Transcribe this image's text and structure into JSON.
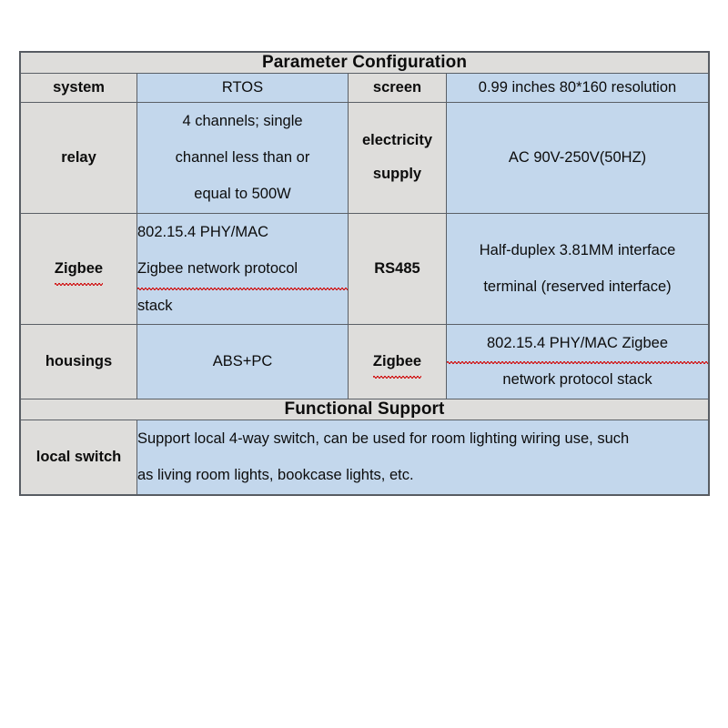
{
  "table": {
    "sections": [
      {
        "header": "Parameter Configuration",
        "rows": [
          {
            "label_left": "system",
            "value_left": [
              "RTOS"
            ],
            "label_right": "screen",
            "value_right": [
              "0.99 inches 80*160 resolution"
            ]
          },
          {
            "label_left": "relay",
            "value_left": [
              "4 channels; single",
              "channel less than or",
              "equal to 500W"
            ],
            "label_right": "electricity supply",
            "label_right_lines": [
              "electricity",
              "supply"
            ],
            "value_right": [
              "AC 90V-250V(50HZ)"
            ]
          },
          {
            "label_left": "Zigbee",
            "value_left": [
              "802.15.4 PHY/MAC",
              "Zigbee network protocol",
              "stack"
            ],
            "label_right": "RS485",
            "value_right": [
              "Half-duplex 3.81MM interface",
              "terminal (reserved interface)"
            ]
          },
          {
            "label_left": "housings",
            "value_left": [
              "ABS+PC"
            ],
            "label_right": "Zigbee",
            "value_right": [
              "802.15.4 PHY/MAC Zigbee",
              "network protocol stack"
            ]
          }
        ]
      },
      {
        "header": "Functional Support",
        "rows": [
          {
            "label_left": "local switch",
            "value_left": [
              "Support local 4-way switch, can be used for room lighting wiring use, such",
              "as living room lights, bookcase lights, etc."
            ]
          }
        ]
      }
    ]
  },
  "colors": {
    "label_cell_bg": "#dedddb",
    "value_cell_bg": "#c3d7ec",
    "border": "#5a5f66",
    "text": "#0c0c0c",
    "spellcheck_underline": "#d01919",
    "page_bg": "#ffffff"
  }
}
